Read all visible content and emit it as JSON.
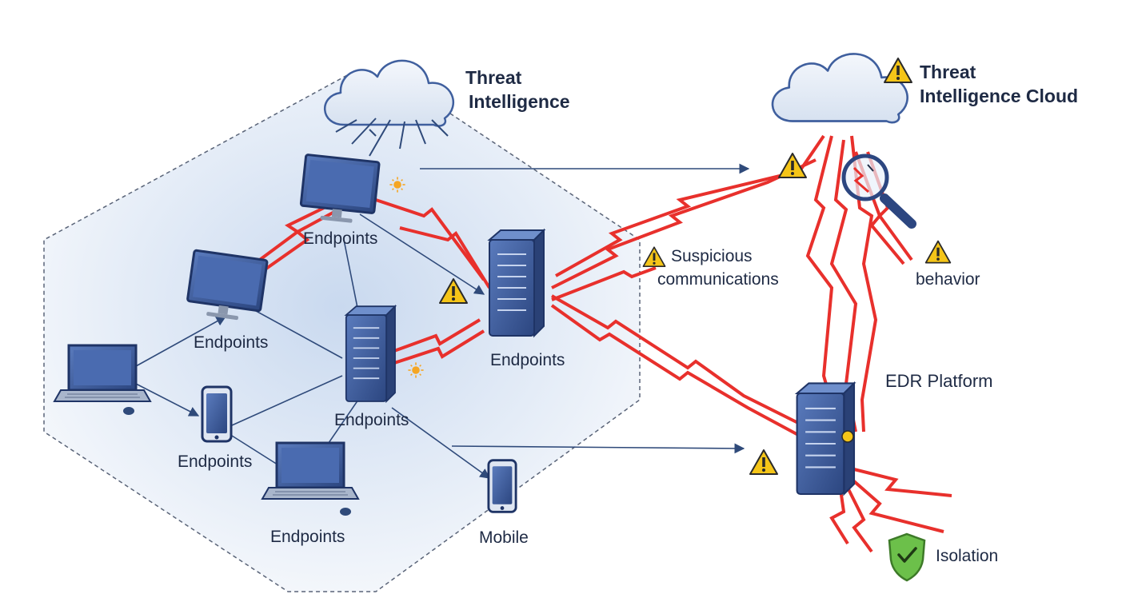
{
  "labels": {
    "threat_intel": [
      "Threat",
      "Intelligence"
    ],
    "threat_cloud": [
      "Threat",
      "Intelligence Cloud"
    ],
    "endpoints": "Endpoints",
    "suspicious": [
      "Suspicious",
      "communications"
    ],
    "behavior": "behavior",
    "edr_platform": "EDR Platform",
    "mobile": "Mobile",
    "isolation": "Isolation"
  },
  "icons": [
    "cloud-icon",
    "desktop-monitor-icon",
    "laptop-icon",
    "smartphone-icon",
    "server-icon",
    "warning-icon",
    "magnifier-icon",
    "shield-check-icon",
    "lightning-icon"
  ],
  "colors": {
    "network_zone": "#dbe6f5",
    "device_blue": "#3f5f9e",
    "threat_red": "#e8302c",
    "warning_yellow": "#f5c518",
    "shield_green": "#6cc04a",
    "line_navy": "#2f4a7a"
  }
}
